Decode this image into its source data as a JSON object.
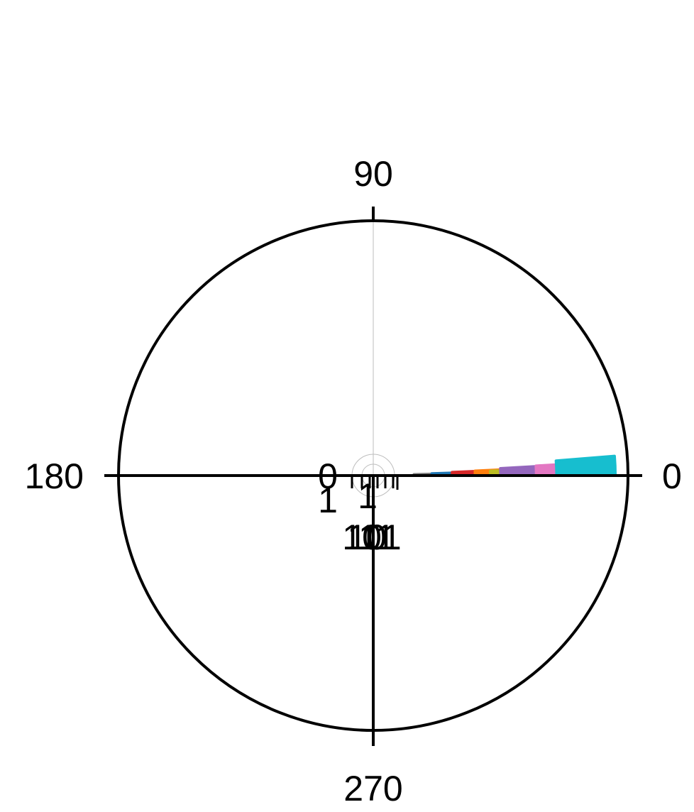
{
  "chart_data": {
    "type": "polar-histogram",
    "title": "",
    "angle_tick_labels": [
      "0",
      "90",
      "180",
      "270"
    ],
    "radial_labels": [
      "0",
      "1",
      "10",
      "11",
      "101"
    ],
    "radial_outer_label": "1",
    "angle_units": "degrees",
    "angle_range": [
      0,
      360
    ],
    "radial_scale": "log",
    "grid": true,
    "series": [
      {
        "color": "#7f7f7f",
        "angle_range": [
          0,
          1.5
        ],
        "radius_range": [
          0.16,
          0.23
        ]
      },
      {
        "color": "#1f77b4",
        "angle_range": [
          0,
          1.9
        ],
        "radius_range": [
          0.23,
          0.31
        ]
      },
      {
        "color": "#2ca02c",
        "angle_range": [
          0,
          1.8
        ],
        "radius_range": [
          0.31,
          0.4
        ]
      },
      {
        "color": "#d62728",
        "angle_range": [
          0,
          2.4
        ],
        "radius_range": [
          0.31,
          0.46
        ]
      },
      {
        "color": "#ff7f0e",
        "angle_range": [
          0,
          2.6
        ],
        "radius_range": [
          0.4,
          0.52
        ]
      },
      {
        "color": "#bcbd22",
        "angle_range": [
          0,
          2.2
        ],
        "radius_range": [
          0.46,
          0.54
        ]
      },
      {
        "color": "#9467bd",
        "angle_range": [
          0,
          3.2
        ],
        "radius_range": [
          0.5,
          0.66
        ]
      },
      {
        "color": "#e377c2",
        "angle_range": [
          0,
          3.4
        ],
        "radius_range": [
          0.64,
          0.8
        ]
      },
      {
        "color": "#17becf",
        "angle_range": [
          0,
          4.6
        ],
        "radius_range": [
          0.72,
          0.95
        ]
      }
    ]
  }
}
